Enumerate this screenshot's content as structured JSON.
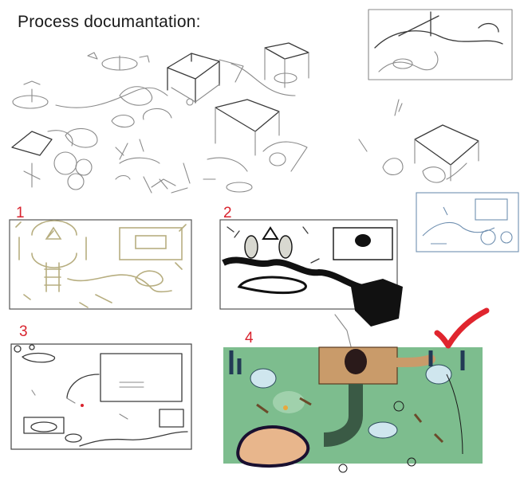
{
  "page": {
    "title": "Process documantation:"
  },
  "panels": [
    {
      "number": "1"
    },
    {
      "number": "2"
    },
    {
      "number": "3"
    },
    {
      "number": "4"
    }
  ],
  "colors": {
    "number_red": "#d9232e",
    "check_red": "#e0252e",
    "final_green": "#7dbd8e",
    "olive_sketch": "#b7ae80",
    "blue_sketch": "#6f8fb0"
  },
  "icons": {
    "approval": "red-checkmark-icon"
  }
}
